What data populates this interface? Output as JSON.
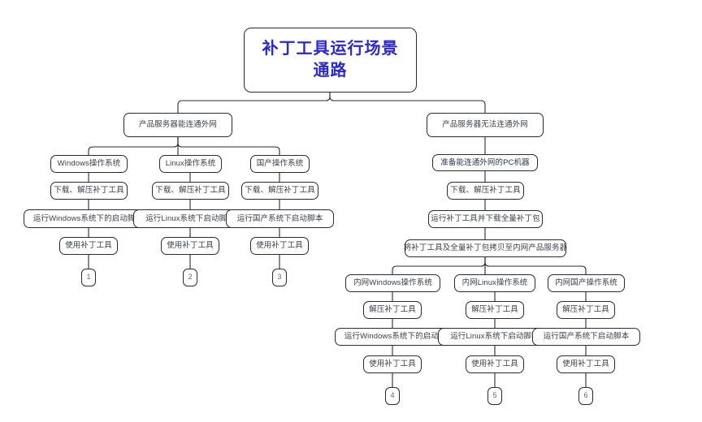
{
  "diagram": {
    "type": "flowchart",
    "title": "补丁工具运行场景通路",
    "background_color": "#ffffff",
    "title_text_color": "#2a29cf",
    "node_text_color": "#3a3f47",
    "node_border_color": "#2b2b2b",
    "terminal_text_color": "#5a6b84"
  },
  "nodes": {
    "root": {
      "label": "补丁工具运行场景\n通路",
      "line1": "补丁工具运行场景",
      "line2": "通路"
    },
    "branch_online": {
      "label": "产品服务器能连通外网"
    },
    "branch_offline": {
      "label": "产品服务器无法连通外网"
    },
    "os_windows": {
      "label": "Windows操作系统"
    },
    "os_linux": {
      "label": "Linux操作系统"
    },
    "os_domestic": {
      "label": "国产操作系统"
    },
    "download_windows": {
      "label": "下载、解压补丁工具"
    },
    "download_linux": {
      "label": "下载、解压补丁工具"
    },
    "download_domestic": {
      "label": "下载、解压补丁工具"
    },
    "script_windows": {
      "label": "运行Windows系统下的启动脚本"
    },
    "script_linux": {
      "label": "运行Linux系统下启动脚本"
    },
    "script_domestic": {
      "label": "运行国产系统下启动脚本"
    },
    "use_windows": {
      "label": "使用补丁工具"
    },
    "use_linux": {
      "label": "使用补丁工具"
    },
    "use_domestic": {
      "label": "使用补丁工具"
    },
    "end_1": {
      "label": "1"
    },
    "end_2": {
      "label": "2"
    },
    "end_3": {
      "label": "3"
    },
    "prepare_pc": {
      "label": "准备能连通外网的PC机器"
    },
    "download_pc": {
      "label": "下载、解压补丁工具"
    },
    "download_full_package": {
      "label": "运行补丁工具并下载全量补丁包"
    },
    "copy_to_intranet": {
      "label": "将补丁工具及全量补丁包拷贝至内网产品服务器"
    },
    "intranet_windows": {
      "label": "内网Windows操作系统"
    },
    "intranet_linux": {
      "label": "内网Linux操作系统"
    },
    "intranet_domestic": {
      "label": "内网国产操作系统"
    },
    "unzip_windows": {
      "label": "解压补丁工具"
    },
    "unzip_linux": {
      "label": "解压补丁工具"
    },
    "unzip_domestic": {
      "label": "解压补丁工具"
    },
    "intranet_script_windows": {
      "label": "运行Windows系统下的启动脚本"
    },
    "intranet_script_linux": {
      "label": "运行Linux系统下启动脚本"
    },
    "intranet_script_domestic": {
      "label": "运行国产系统下启动脚本"
    },
    "intranet_use_windows": {
      "label": "使用补丁工具"
    },
    "intranet_use_linux": {
      "label": "使用补丁工具"
    },
    "intranet_use_domestic": {
      "label": "使用补丁工具"
    },
    "end_4": {
      "label": "4"
    },
    "end_5": {
      "label": "5"
    },
    "end_6": {
      "label": "6"
    }
  }
}
